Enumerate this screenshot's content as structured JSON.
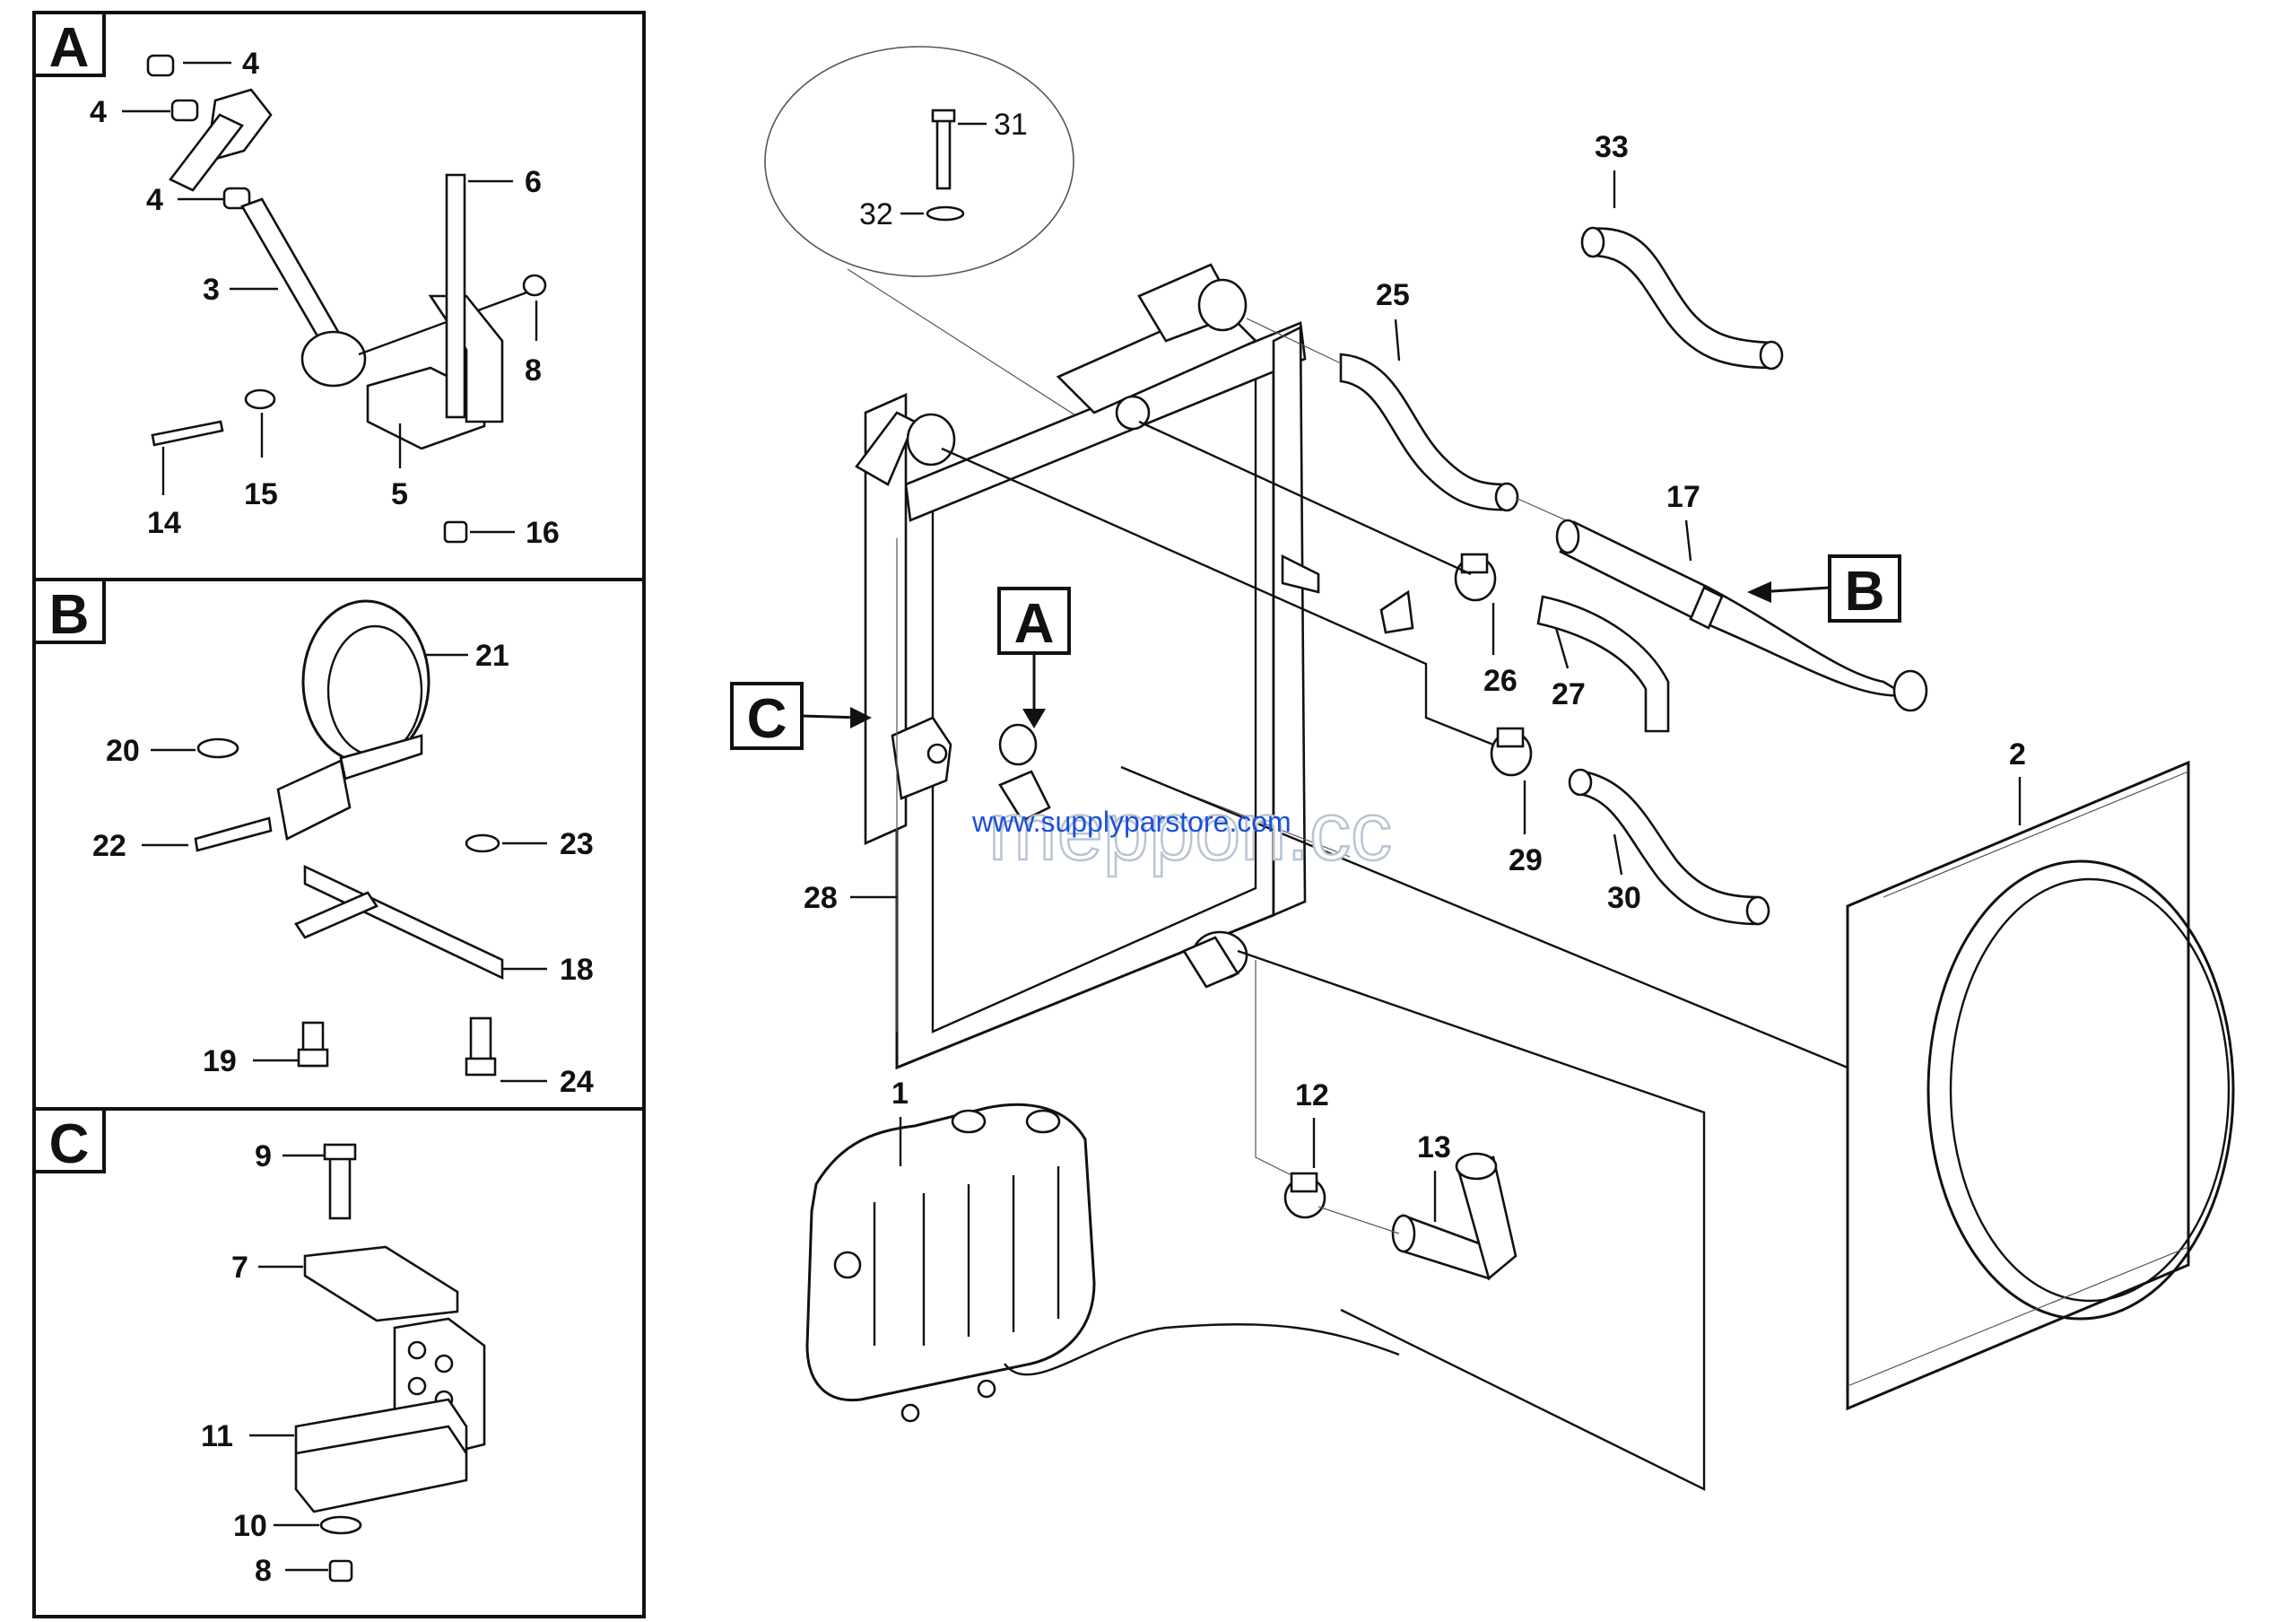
{
  "insets": [
    {
      "letter": "A",
      "labels": [
        "4",
        "4",
        "4",
        "6",
        "3",
        "8",
        "14",
        "15",
        "5",
        "16"
      ]
    },
    {
      "letter": "B",
      "labels": [
        "21",
        "20",
        "22",
        "23",
        "18",
        "19",
        "24"
      ]
    },
    {
      "letter": "C",
      "labels": [
        "9",
        "7",
        "11",
        "10",
        "8"
      ]
    }
  ],
  "callouts": {
    "A": "A",
    "B": "B",
    "C": "C"
  },
  "main_labels": [
    "31",
    "32",
    "33",
    "25",
    "17",
    "26",
    "27",
    "2",
    "29",
    "30",
    "28",
    "1",
    "12",
    "13"
  ],
  "watermark": {
    "url": "www.supplyparstore.com",
    "brand": "meppon.cc",
    "color": "#1a4fd8"
  }
}
